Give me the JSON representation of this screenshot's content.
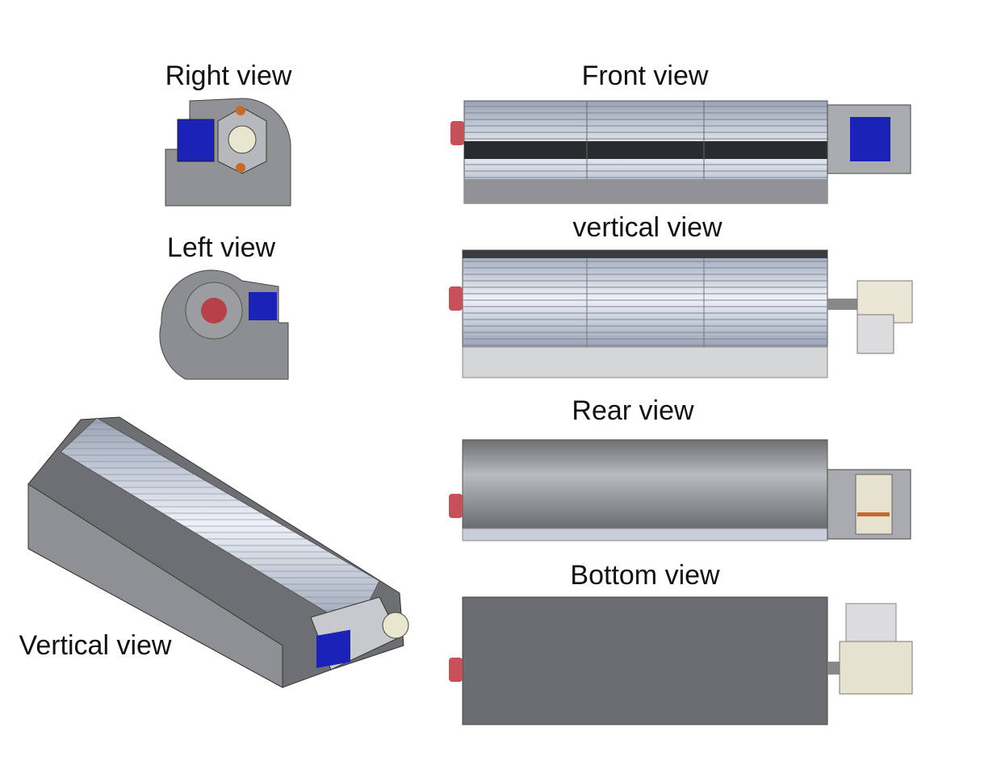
{
  "labels": {
    "right_view": "Right view",
    "front_view": "Front view",
    "vertical_view_top": "vertical view",
    "left_view": "Left view",
    "rear_view": "Rear view",
    "bottom_view": "Bottom view",
    "vertical_view_iso": "Vertical view"
  },
  "colors": {
    "housing": "#8a8c90",
    "impeller": "#c9d0dc",
    "motor_coil": "#1a22b8",
    "bearing_cap": "#c8505a"
  }
}
